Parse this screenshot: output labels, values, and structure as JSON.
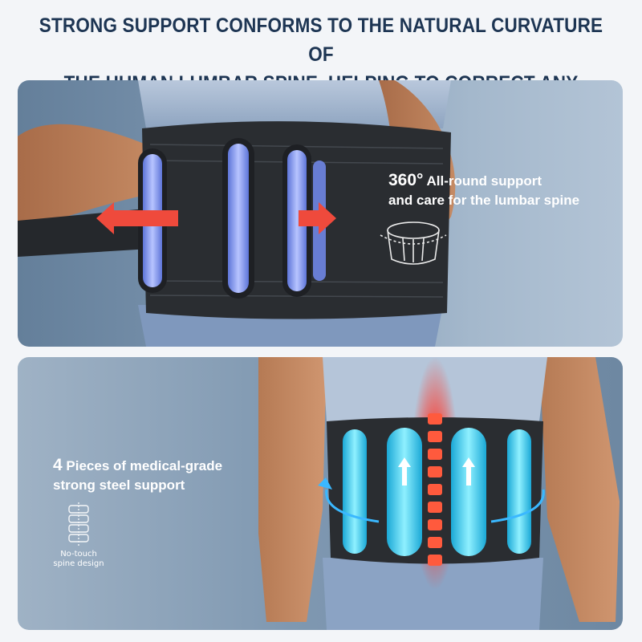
{
  "headline": {
    "line1": "STRONG SUPPORT CONFORMS TO THE NATURAL CURVATURE OF",
    "line2": "THE HUMAN LUMBAR SPINE, HELPING TO CORRECT ANY DEFORMATION."
  },
  "panel_top": {
    "callout_big": "360°",
    "callout_line1": " All-round support",
    "callout_line2": "and care for the lumbar spine",
    "icon": "belt-360-icon"
  },
  "panel_bottom": {
    "callout_big": "4",
    "callout_line1": " Pieces of medical-grade",
    "callout_line2": "strong steel support",
    "icon": "spine-icon",
    "icon_caption_line1": "No-touch",
    "icon_caption_line2": "spine design"
  },
  "colors": {
    "headline": "#1d3553",
    "belt": "#2a2d31",
    "stay_blue": "#6f86e6",
    "stay_cyan": "#3fd0f2",
    "arrow_red": "#ef4a3c",
    "spine_glow": "#ff3b2e"
  }
}
